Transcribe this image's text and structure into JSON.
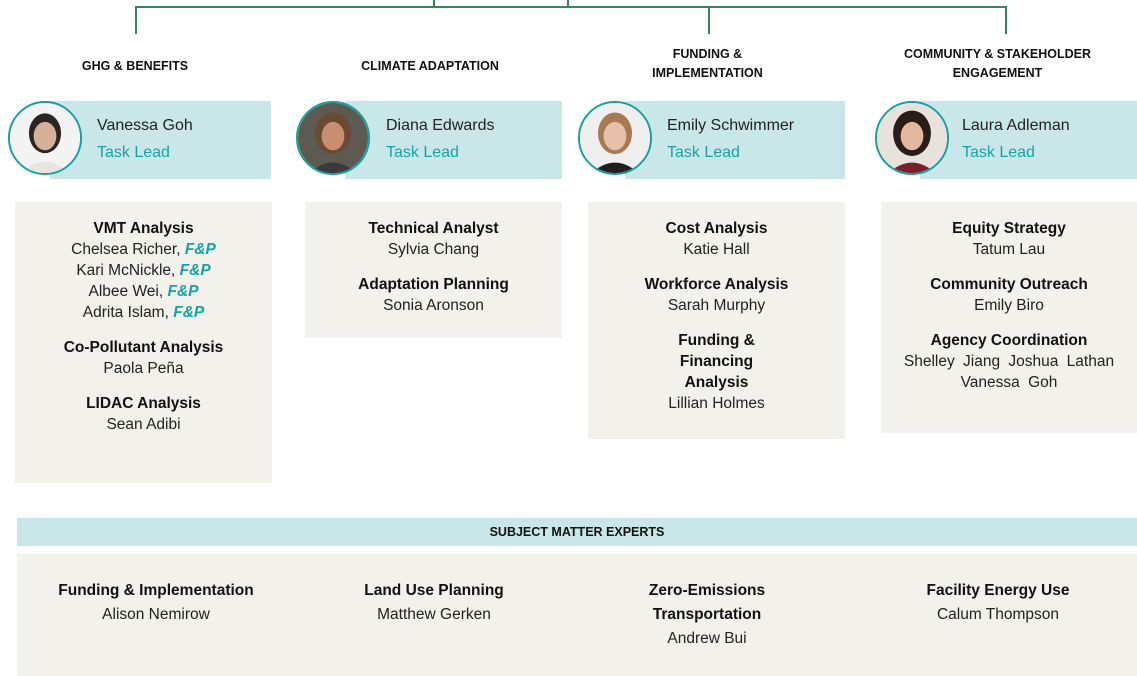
{
  "columns": [
    {
      "category": "GHG & BENEFITS",
      "lead": {
        "name": "Vanessa Goh",
        "role": "Task Lead"
      },
      "sections": [
        {
          "title": "VMT Analysis",
          "members": [
            {
              "name": "Chelsea Richer",
              "firm": "F&P"
            },
            {
              "name": "Kari McNickle",
              "firm": "F&P"
            },
            {
              "name": "Albee Wei",
              "firm": "F&P"
            },
            {
              "name": "Adrita Islam",
              "firm": "F&P"
            }
          ]
        },
        {
          "title": "Co-Pollutant Analysis",
          "members": [
            {
              "name": "Paola Peña"
            }
          ]
        },
        {
          "title": "LIDAC Analysis",
          "members": [
            {
              "name": "Sean Adibi"
            }
          ]
        }
      ]
    },
    {
      "category": "CLIMATE ADAPTATION",
      "lead": {
        "name": "Diana Edwards",
        "role": "Task Lead"
      },
      "sections": [
        {
          "title": "Technical Analyst",
          "members": [
            {
              "name": "Sylvia Chang"
            }
          ]
        },
        {
          "title": "Adaptation Planning",
          "members": [
            {
              "name": "Sonia Aronson"
            }
          ]
        }
      ]
    },
    {
      "category": "FUNDING & IMPLEMENTATION",
      "lead": {
        "name": "Emily Schwimmer",
        "role": "Task Lead"
      },
      "sections": [
        {
          "title": "Cost Analysis",
          "members": [
            {
              "name": "Katie Hall"
            }
          ]
        },
        {
          "title": "Workforce Analysis",
          "members": [
            {
              "name": "Sarah Murphy"
            }
          ]
        },
        {
          "title": "Funding & Financing Analysis",
          "members": [
            {
              "name": "Lillian Holmes"
            }
          ]
        }
      ]
    },
    {
      "category": "COMMUNITY & STAKEHOLDER ENGAGEMENT",
      "lead": {
        "name": "Laura Adleman",
        "role": "Task Lead"
      },
      "sections": [
        {
          "title": "Equity Strategy",
          "members": [
            {
              "name": "Tatum Lau"
            }
          ]
        },
        {
          "title": "Community Outreach",
          "members": [
            {
              "name": "Emily Biro"
            }
          ]
        },
        {
          "title": "Agency Coordination",
          "members": [
            {
              "name": "Shelley Jiang   Joshua Lathan   Vanessa Goh"
            }
          ]
        }
      ]
    }
  ],
  "sme": {
    "title": "SUBJECT MATTER EXPERTS",
    "items": [
      {
        "title": "Funding & Implementation",
        "name": "Alison Nemirow"
      },
      {
        "title": "Land Use Planning",
        "name": "Matthew Gerken"
      },
      {
        "title": "Zero-Emissions Transportation",
        "name": "Andrew Bui"
      },
      {
        "title": "Facility Energy Use",
        "name": "Calum Thompson"
      }
    ]
  },
  "colors": {
    "accent": "#17a2a6",
    "connector": "#2e8b57",
    "band": "#c9e7e8",
    "box": "#f2f1ec"
  }
}
